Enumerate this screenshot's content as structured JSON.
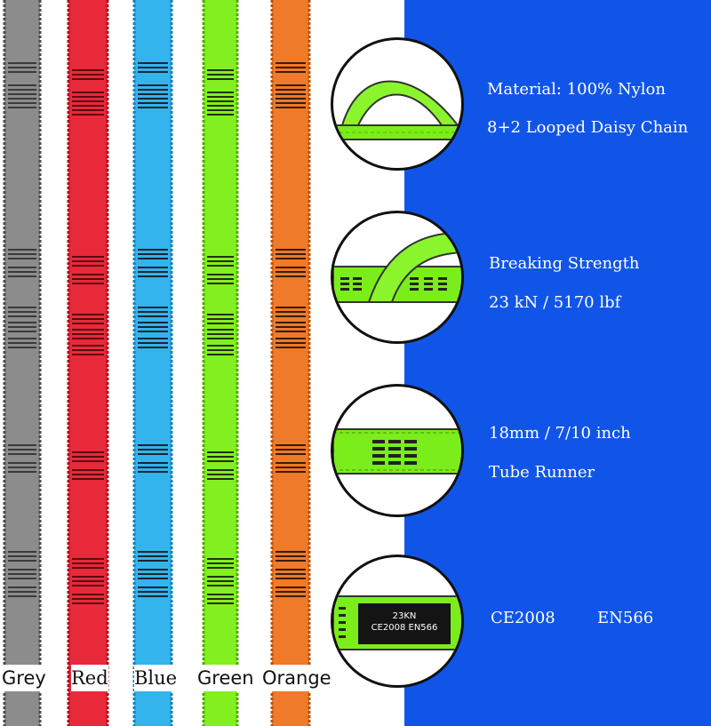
{
  "colors": [
    {
      "label": "Grey",
      "hex": "#8c8c8c",
      "edge": "#4a4a4a",
      "bar": "#3a3a3a"
    },
    {
      "label": "Red",
      "hex": "#e8293a",
      "edge": "#a8111f",
      "bar": "#5a0a10"
    },
    {
      "label": "Blue",
      "hex": "#33b4ec",
      "edge": "#1c7fb0",
      "bar": "#1a2530"
    },
    {
      "label": "Green",
      "hex": "#84ef20",
      "edge": "#4faa0c",
      "bar": "#223010"
    },
    {
      "label": "Orange",
      "hex": "#ee7a2a",
      "edge": "#b4520e",
      "bar": "#3a1c08"
    }
  ],
  "features": [
    {
      "line1": "Material: 100% Nylon",
      "line2": "8+2 Looped Daisy Chain"
    },
    {
      "line1": "Breaking Strength",
      "line2": "23 kN / 5170 lbf"
    },
    {
      "line1": "18mm / 7/10 inch",
      "line2": "Tube Runner"
    }
  ],
  "certifications": [
    "CE2008",
    "EN566"
  ],
  "tag": {
    "line1": "23KN",
    "line2": "CE2008 EN566"
  },
  "accent_blue": "#1055e8"
}
